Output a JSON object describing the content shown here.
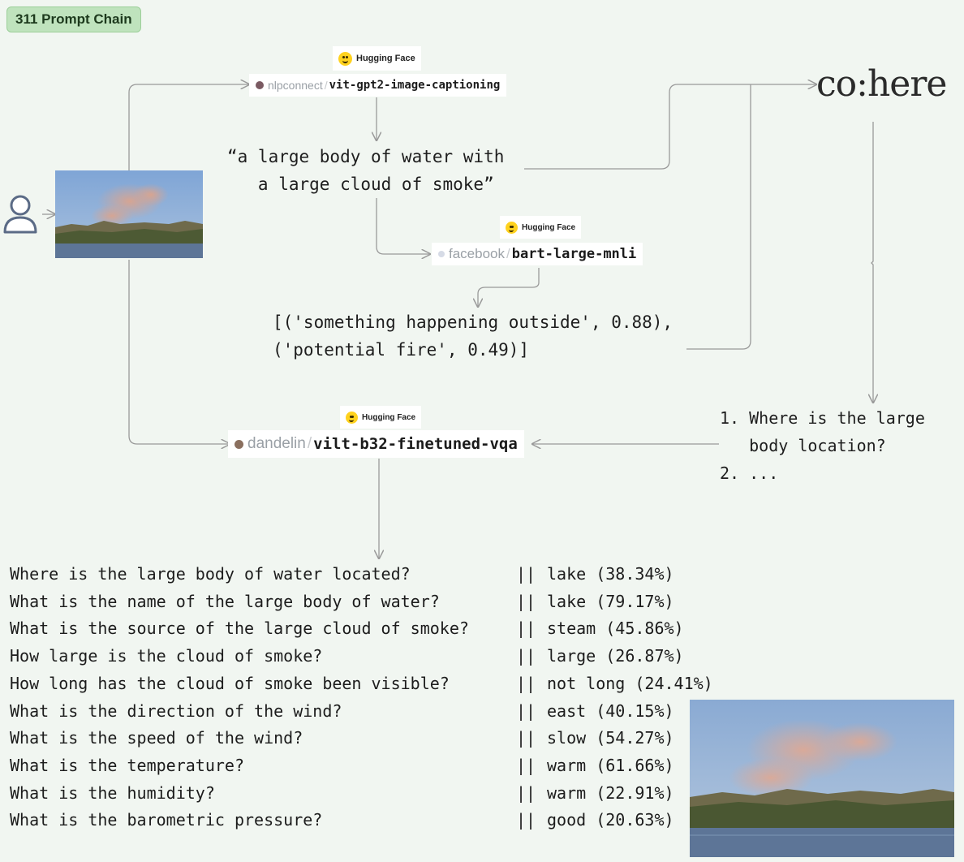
{
  "title": "311 Prompt Chain",
  "hugging_face_label": "Hugging Face",
  "models": {
    "captioning": {
      "org": "nlpconnect",
      "name": "vit-gpt2-image-captioning"
    },
    "zero_shot": {
      "org": "facebook",
      "name": "bart-large-mnli"
    },
    "vqa": {
      "org": "dandelin",
      "name": "vilt-b32-finetuned-vqa"
    }
  },
  "caption": "“a large body of water with\n  a large cloud of smoke”",
  "zero_shot_output": "[('something happening outside', 0.88),\n('potential fire', 0.49)]",
  "cohere_logo_text": "co:here",
  "generated_questions": "1. Where is the large\n   body location?\n2. ...",
  "separator": "||",
  "qa": [
    {
      "question": "Where is the large body of water located?",
      "answer": "lake (38.34%)"
    },
    {
      "question": "What is the name of the large body of water?",
      "answer": "lake (79.17%)"
    },
    {
      "question": "What is the source of the large cloud of smoke?",
      "answer": "steam (45.86%)"
    },
    {
      "question": "How large is the cloud of smoke?",
      "answer": "large (26.87%)"
    },
    {
      "question": "How long has the cloud of smoke been visible?",
      "answer": "not long (24.41%)"
    },
    {
      "question": "What is the direction of the wind?",
      "answer": "east (40.15%)"
    },
    {
      "question": "What is the speed of the wind?",
      "answer": "slow (54.27%)"
    },
    {
      "question": "What is the temperature?",
      "answer": "warm (61.66%)"
    },
    {
      "question": "What is the humidity?",
      "answer": "warm (22.91%)"
    },
    {
      "question": "What is the barometric pressure?",
      "answer": "good (20.63%)"
    }
  ],
  "colors": {
    "background": "#f1f6f1",
    "connector": "#9a9a9a",
    "badge": "#bfe3bd",
    "sky": "#8fb0d8",
    "water": "#5d7597",
    "smoke": "#d9a48f"
  },
  "icons": {
    "user": "user-icon",
    "hugging_face": "hugging-face-icon"
  }
}
